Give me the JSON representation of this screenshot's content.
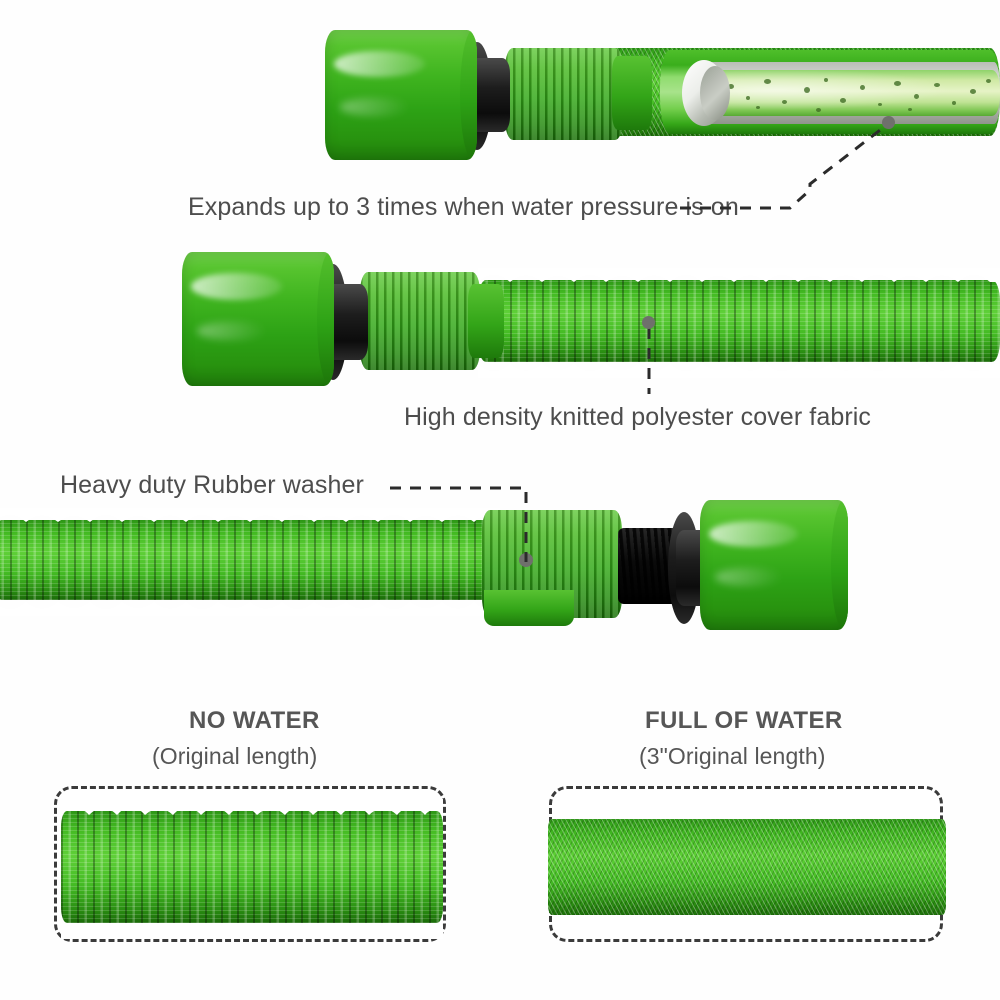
{
  "page": {
    "kind": "product-infographic",
    "subject": "expandable-garden-hose",
    "background_color": "#ffffff",
    "text_color": "#4d4d4d",
    "accent_green": "#3fb41f",
    "fabric_green": "#34a818",
    "rubber_black": "#121212"
  },
  "callouts": [
    {
      "id": "expands",
      "text": "Expands up to 3 times when water pressure is on",
      "leader": "dashed-line-with-dot",
      "points_to": "hose-interior-cutaway"
    },
    {
      "id": "fabric",
      "text": "High density knitted polyester cover fabric",
      "leader": "dashed-line-with-dot",
      "points_to": "contracted-hose-fabric"
    },
    {
      "id": "washer",
      "text": "Heavy duty Rubber washer",
      "leader": "dashed-line-with-dot",
      "points_to": "connector-rubber-washer"
    }
  ],
  "comparison": {
    "left": {
      "title": "NO WATER",
      "subtitle": "(Original length)",
      "sample": "contracted-knitted-fabric"
    },
    "right": {
      "title": "FULL OF WATER",
      "subtitle": "(3\"Original length)",
      "sample": "expanded-knitted-fabric"
    }
  },
  "illustrations": [
    {
      "id": "hose-expanded",
      "description": "green connector with cutaway tube showing water inside"
    },
    {
      "id": "hose-contracted",
      "description": "green connector attached to scrunched knitted hose"
    },
    {
      "id": "hose-connector",
      "description": "scrunched hose with threaded black connector and rubber washer"
    }
  ]
}
